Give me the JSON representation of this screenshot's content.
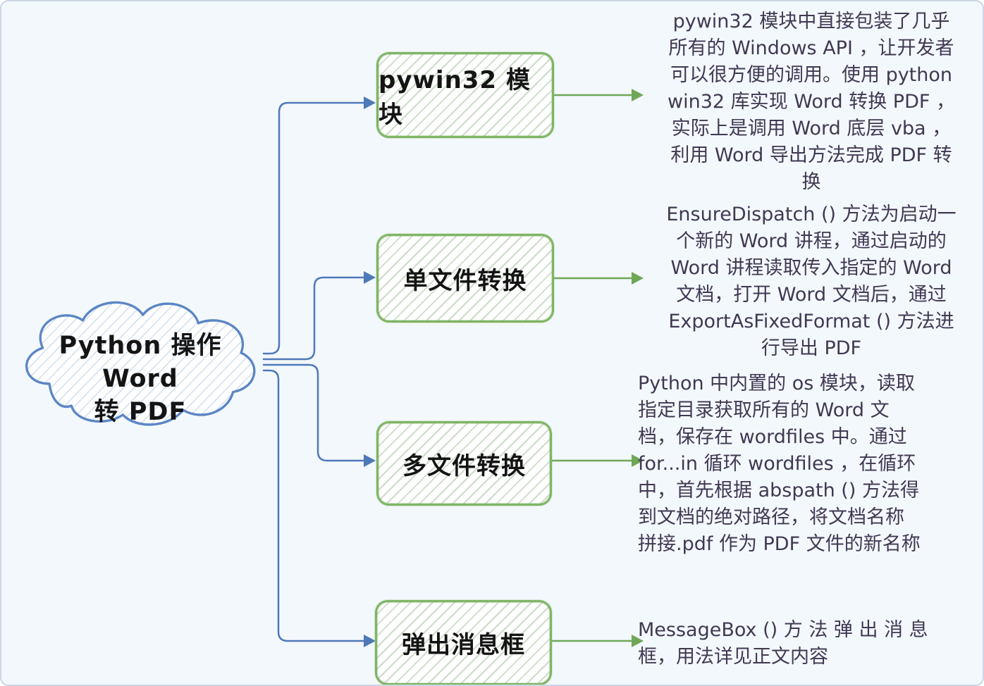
{
  "diagram": {
    "root": {
      "label_lines": [
        "Python 操作 Word",
        "转 PDF"
      ]
    },
    "branches": [
      {
        "label": "pywin32 模块",
        "note_lines": [
          "pywin32 模块中直接包装了几乎",
          "所有的 Windows API ，让开发者",
          "可以很方便的调用。使用 python",
          "win32 库实现 Word 转换 PDF ，",
          "实际上是调用 Word 底层 vba ，",
          "利用 Word 导出方法完成 PDF 转",
          "换"
        ]
      },
      {
        "label": "单文件转换",
        "note_lines": [
          "EnsureDispatch () 方法为启动一",
          "个新的 Word 讲程，通过启动的",
          "Word 讲程读取传入指定的 Word",
          "文档，打开 Word 文档后，通过",
          "ExportAsFixedFormat () 方法进",
          "行导出 PDF"
        ]
      },
      {
        "label": "多文件转换",
        "note_lines": [
          "Python 中内置的 os 模块，读取",
          "指定目录获取所有的 Word 文",
          "档，保存在 wordfiles 中。通过",
          "for...in 循环 wordfiles ，在循环",
          "中，首先根据 abspath () 方法得",
          "到文档的绝对路径，将文档名称",
          "拼接.pdf 作为 PDF 文件的新名称"
        ]
      },
      {
        "label": "弹出消息框",
        "note_lines": [
          "MessageBox () 方 法 弹 出 消 息",
          "框，用法详见正文内容"
        ]
      }
    ]
  },
  "colors": {
    "canvas_background": "#f3f8fd",
    "canvas_border": "#ccd6e4",
    "cloud_outline": "#5b86c4",
    "cloud_hatch": "#c9d9ee",
    "branch_box_border": "#7fb565",
    "branch_box_hatch": "#c5d6bd",
    "branch_connector_blue": "#4e79b8",
    "note_connector_green": "#6fa757",
    "node_text": "#141414",
    "note_text": "#413852"
  }
}
